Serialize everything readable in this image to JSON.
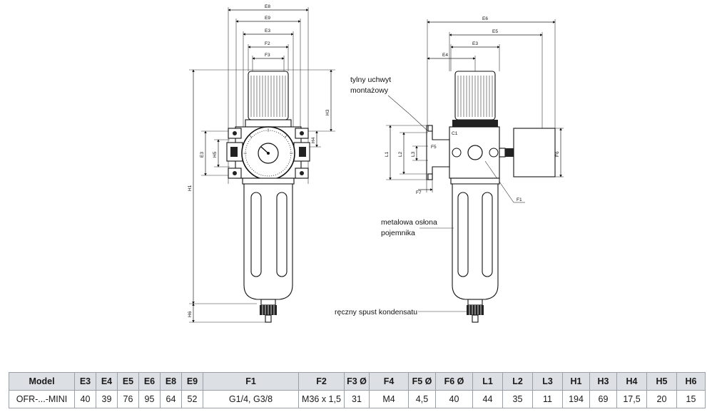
{
  "drawing": {
    "front_view_labels": {
      "E8": "E8",
      "E9": "E9",
      "E3": "E3",
      "F2": "F2",
      "F3": "F3",
      "H1": "H1",
      "H3": "H3",
      "H4": "H4",
      "H5": "H5",
      "H6": "H6",
      "E3_side": "E3"
    },
    "side_view_labels": {
      "E6": "E6",
      "E5": "E5",
      "E4": "E4",
      "E3": "E3",
      "C1": "C1",
      "L1": "L1",
      "L2": "L2",
      "L3": "L3",
      "F5": "F5",
      "F7": "F7",
      "F6": "F6",
      "F1": "F1"
    },
    "callouts": {
      "bracket_line1": "tylny uchwyt",
      "bracket_line2": "montażowy",
      "bowl_line1": "metalowa osłona",
      "bowl_line2": "pojemnika",
      "drain": "ręczny spust kondensatu"
    }
  },
  "table": {
    "headers": [
      "Model",
      "E3",
      "E4",
      "E5",
      "E6",
      "E8",
      "E9",
      "F1",
      "F2",
      "F3 Ø",
      "F4",
      "F5 Ø",
      "F6 Ø",
      "L1",
      "L2",
      "L3",
      "H1",
      "H3",
      "H4",
      "H5",
      "H6"
    ],
    "rows": [
      [
        "OFR-...-MINI",
        "40",
        "39",
        "76",
        "95",
        "64",
        "52",
        "G1/4, G3/8",
        "M36 x 1,5",
        "31",
        "M4",
        "4,5",
        "40",
        "44",
        "35",
        "11",
        "194",
        "69",
        "17,5",
        "20",
        "15"
      ]
    ]
  }
}
